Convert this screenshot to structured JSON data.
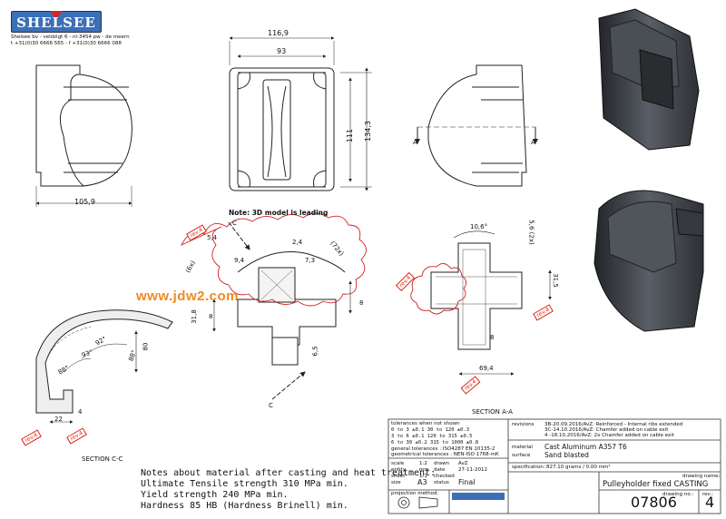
{
  "company": {
    "logo_text": "SHELSEE",
    "address_line": "Shelsee bv - veldzigt 6 - nl-3454 pw - de meern",
    "contact_line": "t +31(0)30 6666 565 - f +31(0)30 6666 088"
  },
  "dimensions": {
    "front_width": "105,9",
    "top_total_width": "116,9",
    "top_inner_width": "93",
    "top_height_111": "111",
    "top_height_134": "134,3",
    "sec_c_5_4": "5,4",
    "sec_c_2_4": "2,4",
    "sec_c_7_3": "7,3",
    "sec_c_9_4": "9,4",
    "sec_c_72x": "(72x)",
    "sec_c_6x": "(6x)",
    "sec_c_8a": "8",
    "sec_c_8b": "8",
    "sec_c_31_8": "31,8",
    "sec_c_6_5": "6,5",
    "sec_a_10_6": "10,6°",
    "sec_a_5_6": "5,6 (2x)",
    "sec_a_31_5": "31,5",
    "sec_a_8": "8",
    "sec_a_69_4": "69,4",
    "cc_92": "92°",
    "cc_93": "93°",
    "cc_88a": "88°",
    "cc_88b": "88°",
    "cc_80": "80",
    "cc_22": "22",
    "cc_4": "4"
  },
  "labels": {
    "note_3d": "Note: 3D model is leading",
    "section_aa": "SECTION A-A",
    "section_cc": "SECTION C-C",
    "mark_a": "A",
    "mark_c": "C",
    "rev4": "rev.4",
    "watermark": "www.jdw2.com"
  },
  "material_notes": [
    "Notes about material after casting and heat treatment:",
    "Ultimate Tensile strength 310 MPa min.",
    "Yield strength 240 MPa min.",
    "Hardness 85 HB (Hardness Brinell) min."
  ],
  "title_block": {
    "tolerances_header": "tolerances when not shown",
    "tolerances": [
      "0  to  3  ±0.1        30  to  120  ±0.3",
      "3  to  6  ±0.1       120  to  315  ±0.5",
      "6  to 30  ±0.2       315  to 1000  ±0.8"
    ],
    "general_tolerances": "general tolerances : ISO4287 EN 10135-2",
    "geom_tolerances": "geometrical tolerances : NEN-ISO 1768-mK",
    "scale_label": "scale",
    "scale_value": "1:2",
    "entity_label": "entity",
    "entity_value": "mm",
    "sheet_label": "sheet",
    "sheet_value": "1/1",
    "size_label": "size",
    "size_value": "A3",
    "drawn_label": "drawn",
    "drawn_value": "AvZ",
    "date_label": "date",
    "date_value": "27-11-2012",
    "checked_label": "checked",
    "status_label": "status",
    "status_value": "Final",
    "projection_label": "projection method:",
    "revisions_label": "revisions",
    "revisions": [
      "3B-20.09.2016/AvZ: Reinforced - Internal ribs extended",
      "3C-14.10.2016/AvZ: Chamfer added on cable exit",
      "4 -18.10.2016/AvZ: 2x Chamfer added on cable exit"
    ],
    "material_label": "material",
    "material_value": "Cast Aluminum A357 T6",
    "surface_label": "surface",
    "surface_value": "Sand blasted",
    "spec_label": "specification:",
    "spec_value": "827.10 grams / 0.00 mm²",
    "drawing_name_label": "drawing name:",
    "drawing_name": "Pulleyholder fixed CASTING",
    "drawing_no_label": "drawing no.:",
    "drawing_no": "07806",
    "rev_label": "rev.:",
    "rev_value": "4"
  },
  "colors": {
    "revision_cloud": "#d22020",
    "logo_blue": "#3c6fb6",
    "watermark": "#f08a1e",
    "render_dark": "#3a3d42"
  }
}
